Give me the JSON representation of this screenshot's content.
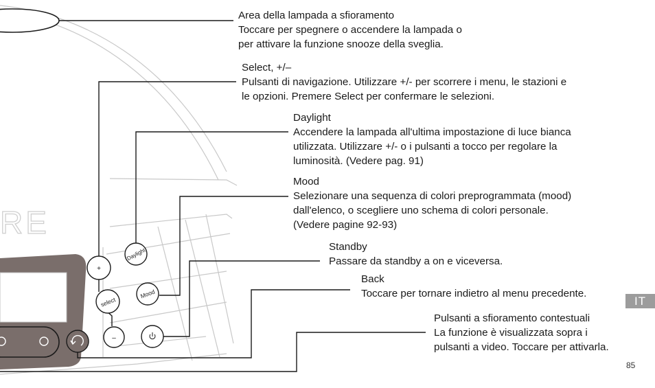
{
  "annotations": [
    {
      "title": "Area della lampada a sfioramento",
      "lines": [
        "Toccare per spegnere o accendere la lampada o",
        "per attivare la funzione snooze della sveglia."
      ]
    },
    {
      "title": "Select, +/–",
      "lines": [
        "Pulsanti di navigazione. Utilizzare +/- per scorrere i menu, le stazioni e",
        "le opzioni. Premere Select per confermare le selezioni."
      ]
    },
    {
      "title": "Daylight",
      "lines": [
        "Accendere la lampada all'ultima impostazione di luce bianca",
        "utilizzata. Utilizzare +/- o i pulsanti a tocco per regolare la",
        "luminosità. (Vedere pag. 91)"
      ]
    },
    {
      "title": "Mood",
      "lines": [
        "Selezionare una sequenza di colori preprogrammata (mood)",
        "dall'elenco, o scegliere uno schema di colori personale.",
        "(Vedere pagine 92-93)"
      ]
    },
    {
      "title": "Standby",
      "lines": [
        "Passare da standby a on e viceversa."
      ]
    },
    {
      "title": "Back",
      "lines": [
        "Toccare per tornare indietro al menu precedente."
      ]
    },
    {
      "title": "Pulsanti a sfioramento contestuali",
      "lines": [
        "La funzione è visualizzata sopra i",
        "pulsanti a video. Toccare per attivarla."
      ]
    }
  ],
  "device": {
    "brand_partial": "RE",
    "buttons": {
      "plus": "+",
      "select": "select",
      "minus": "–",
      "daylight": "Daylight",
      "mood": "Mood",
      "power_icon": "power-icon",
      "back_icon": "back-arrow-icon"
    }
  },
  "language_tab": "IT",
  "page_number": "85",
  "colors": {
    "panel": "#7a6e6b",
    "lines": "#1a1a1a",
    "tab": "#9c9c9c",
    "device_outline": "#c8c8c8"
  }
}
